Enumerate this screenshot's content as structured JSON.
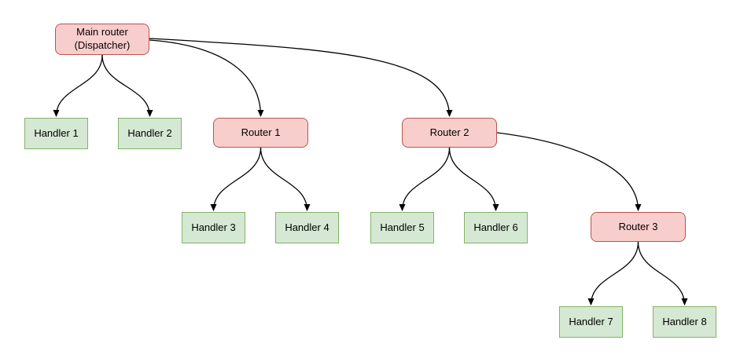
{
  "diagram": {
    "nodes": [
      {
        "id": "main-router",
        "label": "Main router\n(Dispatcher)",
        "type": "router"
      },
      {
        "id": "handler-1",
        "label": "Handler 1",
        "type": "handler"
      },
      {
        "id": "handler-2",
        "label": "Handler 2",
        "type": "handler"
      },
      {
        "id": "router-1",
        "label": "Router 1",
        "type": "router"
      },
      {
        "id": "router-2",
        "label": "Router 2",
        "type": "router"
      },
      {
        "id": "handler-3",
        "label": "Handler 3",
        "type": "handler"
      },
      {
        "id": "handler-4",
        "label": "Handler 4",
        "type": "handler"
      },
      {
        "id": "handler-5",
        "label": "Handler 5",
        "type": "handler"
      },
      {
        "id": "handler-6",
        "label": "Handler 6",
        "type": "handler"
      },
      {
        "id": "router-3",
        "label": "Router 3",
        "type": "router"
      },
      {
        "id": "handler-7",
        "label": "Handler 7",
        "type": "handler"
      },
      {
        "id": "handler-8",
        "label": "Handler 8",
        "type": "handler"
      }
    ],
    "edges": [
      {
        "from": "main-router",
        "to": "handler-1"
      },
      {
        "from": "main-router",
        "to": "handler-2"
      },
      {
        "from": "main-router",
        "to": "router-1"
      },
      {
        "from": "main-router",
        "to": "router-2"
      },
      {
        "from": "router-1",
        "to": "handler-3"
      },
      {
        "from": "router-1",
        "to": "handler-4"
      },
      {
        "from": "router-2",
        "to": "handler-5"
      },
      {
        "from": "router-2",
        "to": "handler-6"
      },
      {
        "from": "router-2",
        "to": "router-3"
      },
      {
        "from": "router-3",
        "to": "handler-7"
      },
      {
        "from": "router-3",
        "to": "handler-8"
      }
    ],
    "colors": {
      "router_fill": "#f8cecc",
      "router_stroke": "#b85450",
      "handler_fill": "#d5e8d4",
      "handler_stroke": "#82b366",
      "edge_color": "#000000",
      "background": "#ffffff"
    }
  }
}
